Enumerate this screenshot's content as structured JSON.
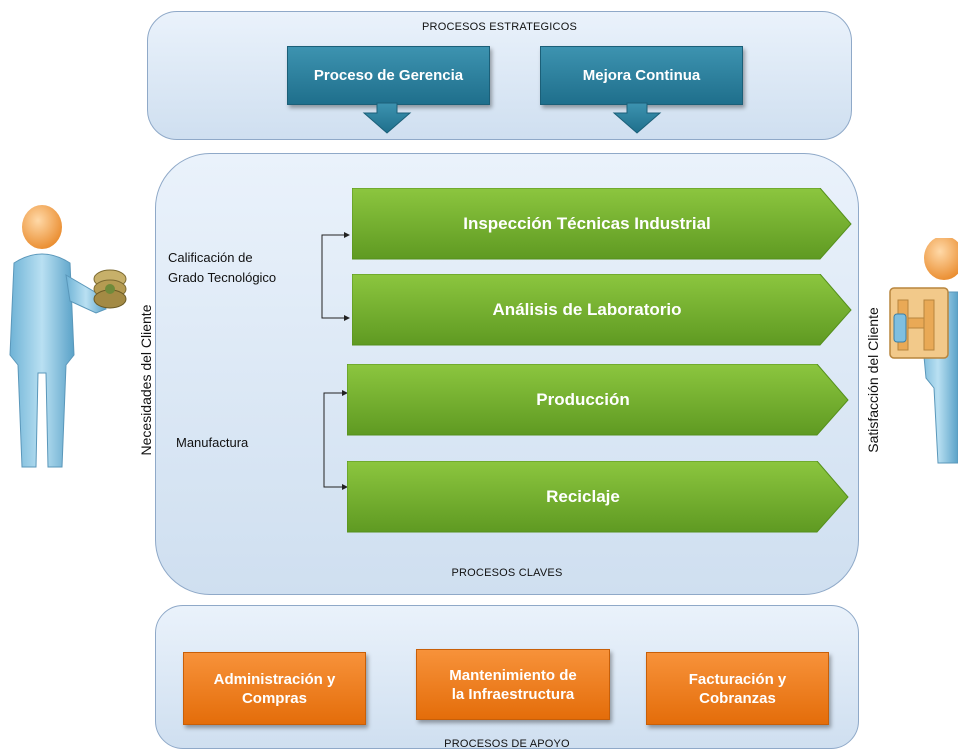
{
  "strategic": {
    "title": "PROCESOS ESTRATEGICOS",
    "boxes": [
      "Proceso de Gerencia",
      "Mejora  Continua"
    ]
  },
  "key": {
    "title": "PROCESOS CLAVES",
    "group1_label_line1": "Calificación de",
    "group1_label_line2": "Grado Tecnológico",
    "group2_label": "Manufactura",
    "arrows": [
      "Inspección  Técnicas  Industrial",
      "Análisis de Laboratorio",
      "Producción",
      "Reciclaje"
    ]
  },
  "support": {
    "title": "PROCESOS DE APOYO",
    "boxes": [
      {
        "line1": "Administración y",
        "line2": "Compras"
      },
      {
        "line1": "Mantenimiento  de",
        "line2": "la Infraestructura"
      },
      {
        "line1": "Facturación y",
        "line2": "Cobranzas"
      }
    ]
  },
  "left_label": "Necesidades del Cliente",
  "right_label": "Satisfacción del Cliente",
  "colors": {
    "blue": "#2a7f9e",
    "green": "#6aa42c",
    "orange": "#f07d1b",
    "panel": "#dce8f5"
  }
}
